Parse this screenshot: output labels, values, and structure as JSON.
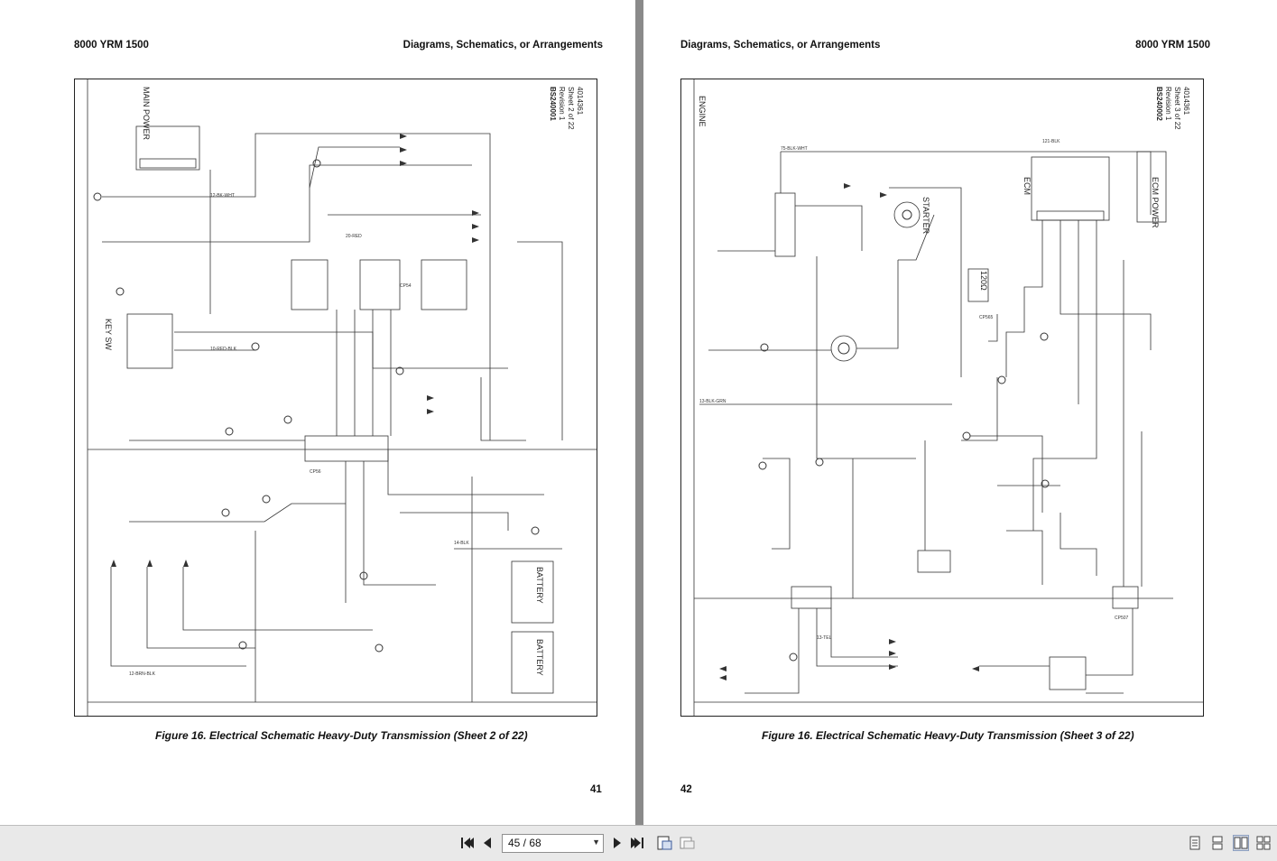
{
  "left_page": {
    "header_left": "8000 YRM 1500",
    "header_right": "Diagrams, Schematics, or Arrangements",
    "caption": "Figure 16.  Electrical Schematic Heavy-Duty Transmission (Sheet 2 of 22)",
    "page_number": "41",
    "sheet": {
      "line1": "4014361",
      "line2": "Sheet 2 of 22",
      "line3": "Revision 1",
      "code": "BS240001"
    },
    "diagram_labels": {
      "main_power": "MAIN POWER",
      "key_sw": "KEY SW",
      "battery_pos": "BATTERY",
      "battery_neg": "BATTERY"
    }
  },
  "right_page": {
    "header_left": "Diagrams, Schematics, or Arrangements",
    "header_right": "8000 YRM 1500",
    "caption": "Figure 16.  Electrical Schematic Heavy-Duty Transmission (Sheet 3 of 22)",
    "page_number": "42",
    "sheet": {
      "line1": "4014361",
      "line2": "Sheet 3 of 22",
      "line3": "Revision 1",
      "code": "BS240002"
    },
    "diagram_labels": {
      "engine": "ENGINE",
      "ecm": "ECM",
      "ecm_power": "ECM POWER",
      "starter": "STARTER",
      "resistor": "120Ω"
    }
  },
  "toolbar": {
    "page_indicator": "45 / 68",
    "icons": [
      "first-page-icon",
      "prev-page-icon",
      "next-page-icon",
      "last-page-icon",
      "fit-page-icon",
      "fit-width-icon",
      "single-page-view-icon",
      "continuous-view-icon",
      "two-page-view-icon",
      "two-page-continuous-view-icon"
    ]
  }
}
